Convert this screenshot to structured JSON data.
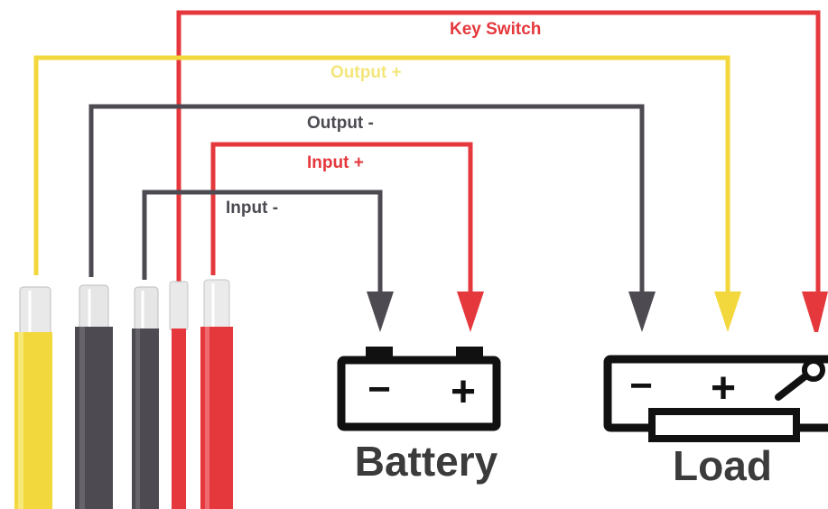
{
  "colors": {
    "yellow": "#f2d83c",
    "yellow_label": "#f3e67a",
    "dark": "#4d4a52",
    "red": "#e5383d",
    "outline": "#111111"
  },
  "labels": {
    "key_switch": "Key Switch",
    "output_plus": "Output +",
    "output_minus": "Output -",
    "input_plus": "Input +",
    "input_minus": "Input -"
  },
  "battery": {
    "label": "Battery",
    "minus": "−",
    "plus": "+"
  },
  "load": {
    "label": "Load",
    "minus": "−",
    "plus": "+",
    "key_icon": "key-icon"
  }
}
